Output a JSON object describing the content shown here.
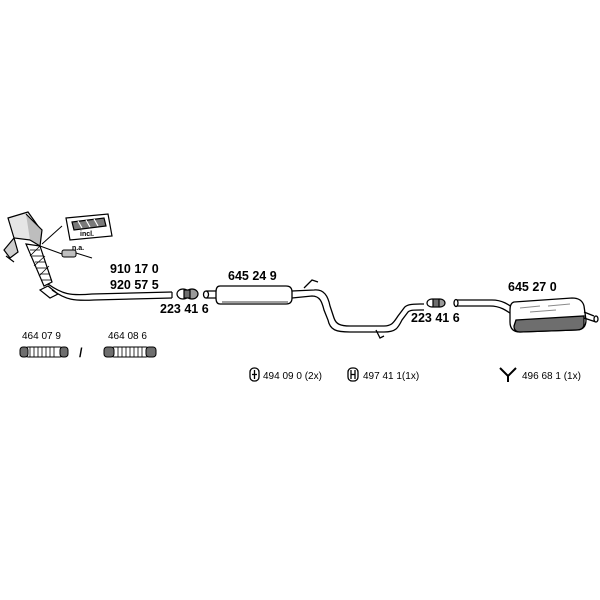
{
  "parts": {
    "catalytic_converter_no_1": "910 17 0",
    "catalytic_converter_no_2": "920 57 5",
    "included_label": "incl.",
    "not_available_label": "n.a.",
    "clamp_front": "223 41 6",
    "center_muffler": "645 24 9",
    "clamp_rear": "223 41 6",
    "rear_muffler": "645 27 0",
    "flex_pipe_1": "464 07 9",
    "flex_pipe_2": "464 08 6",
    "separator": "/",
    "accessory_1": "494 09 0 (2x)",
    "accessory_2": "497 41 1(1x)",
    "accessory_3": "496 68 1 (1x)"
  },
  "colors": {
    "line": "#000000",
    "fill_light": "#d9d9d9",
    "fill_dark": "#6e6e6e",
    "background": "#ffffff"
  }
}
